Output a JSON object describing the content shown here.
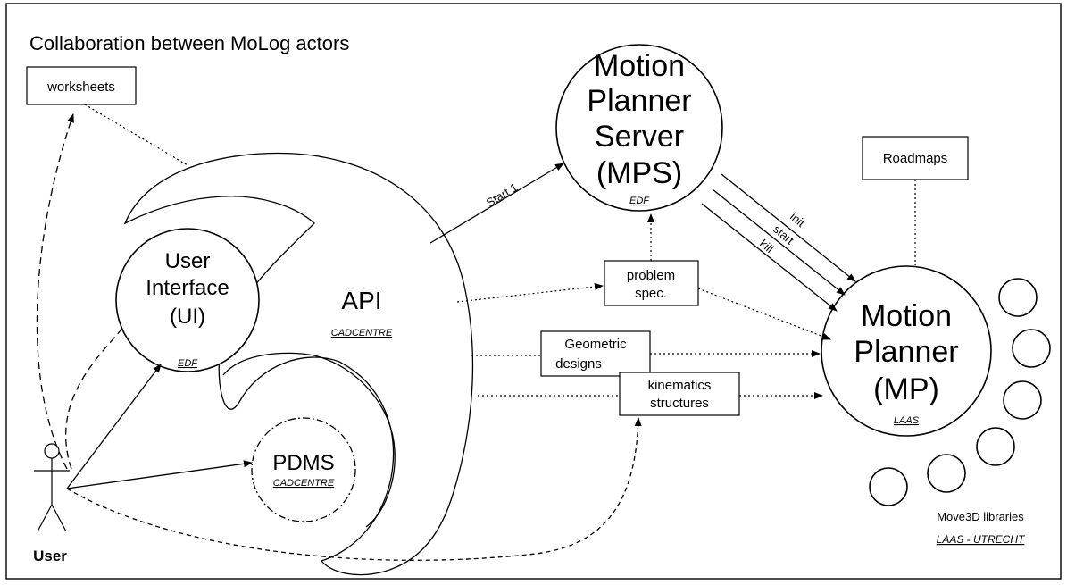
{
  "title": "Collaboration between MoLog actors",
  "worksheets": "worksheets",
  "roadmaps": "Roadmaps",
  "mps": {
    "line1": "Motion",
    "line2": "Planner",
    "line3": "Server",
    "line4": "(MPS)",
    "org": "EDF"
  },
  "ui": {
    "line1": "User",
    "line2": "Interface",
    "line3": "(UI)",
    "org": "EDF"
  },
  "api": {
    "label": "API",
    "org": "CADCENTRE"
  },
  "pdms": {
    "label": "PDMS",
    "org": "CADCENTRE"
  },
  "mp": {
    "line1": "Motion",
    "line2": "Planner",
    "line3": "(MP)",
    "org": "LAAS"
  },
  "problem_spec": {
    "line1": "problem",
    "line2": "spec."
  },
  "geometric": {
    "line1": "Geometric",
    "line2": "designs"
  },
  "kinematics": {
    "line1": "kinematics",
    "line2": "structures"
  },
  "arrows": {
    "start1": "Start 1",
    "init": "init",
    "start": "start",
    "kill": "kill"
  },
  "libraries": {
    "label": "Move3D libraries",
    "org": "LAAS - UTRECHT"
  },
  "user": "User"
}
